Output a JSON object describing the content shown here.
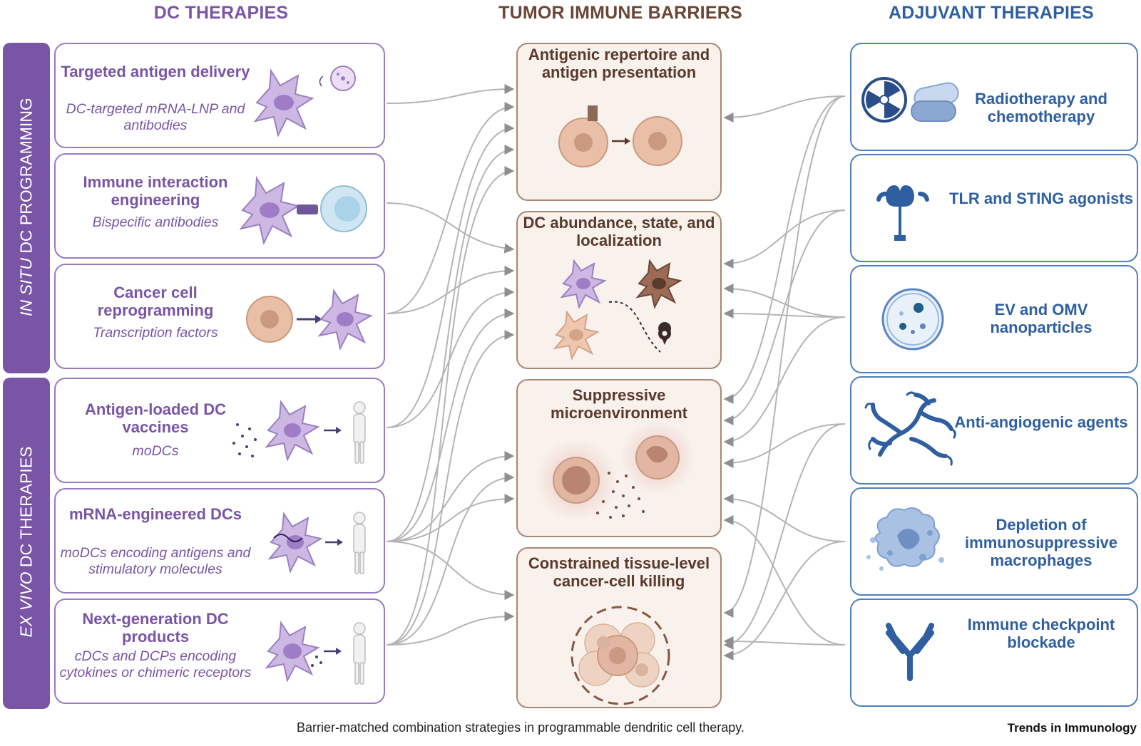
{
  "headers": {
    "dc": "DC THERAPIES",
    "barriers": "TUMOR IMMUNE BARRIERS",
    "adjuvant": "ADJUVANT THERAPIES"
  },
  "side_labels": {
    "in_situ_italic": "IN SITU",
    "in_situ_rest": " DC PROGRAMMING",
    "ex_vivo_italic": "EX VIVO",
    "ex_vivo_rest": " DC THERAPIES"
  },
  "dc_therapies": [
    {
      "title": "Targeted antigen delivery",
      "subtitle": "DC-targeted mRNA-LNP and antibodies"
    },
    {
      "title": "Immune interaction engineering",
      "subtitle": "Bispecific antibodies"
    },
    {
      "title": "Cancer cell reprogramming",
      "subtitle": "Transcription factors"
    },
    {
      "title": "Antigen-loaded DC vaccines",
      "subtitle": "moDCs"
    },
    {
      "title": "mRNA-engineered DCs",
      "subtitle": "moDCs encoding antigens and stimulatory molecules"
    },
    {
      "title": "Next-generation DC products",
      "subtitle": "cDCs and DCPs encoding cytokines or chimeric receptors"
    }
  ],
  "barriers": [
    {
      "title": "Antigenic repertoire and antigen presentation"
    },
    {
      "title": "DC abundance, state, and localization"
    },
    {
      "title": "Suppressive microenvironment"
    },
    {
      "title": "Constrained tissue-level cancer-cell killing"
    }
  ],
  "adjuvants": [
    {
      "title": "Radiotherapy and chemotherapy",
      "icon": "radiation-pill-icon"
    },
    {
      "title": "TLR and STING agonists",
      "icon": "receptor-icon"
    },
    {
      "title": "EV and OMV nanoparticles",
      "icon": "vesicle-icon"
    },
    {
      "title": "Anti-angiogenic agents",
      "icon": "blood-vessel-icon"
    },
    {
      "title": "Depletion of immunosuppressive macrophages",
      "icon": "macrophage-icon"
    },
    {
      "title": "Immune checkpoint blockade",
      "icon": "antibody-icon"
    }
  ],
  "colors": {
    "dc": "#7a55a6",
    "barrier": "#6b4636",
    "adjuvant": "#2f5fa1",
    "arrow": "#8f8f8f"
  },
  "caption": "Barrier-matched combination strategies in programmable dendritic cell therapy.",
  "brand": "Trends in Immunology"
}
